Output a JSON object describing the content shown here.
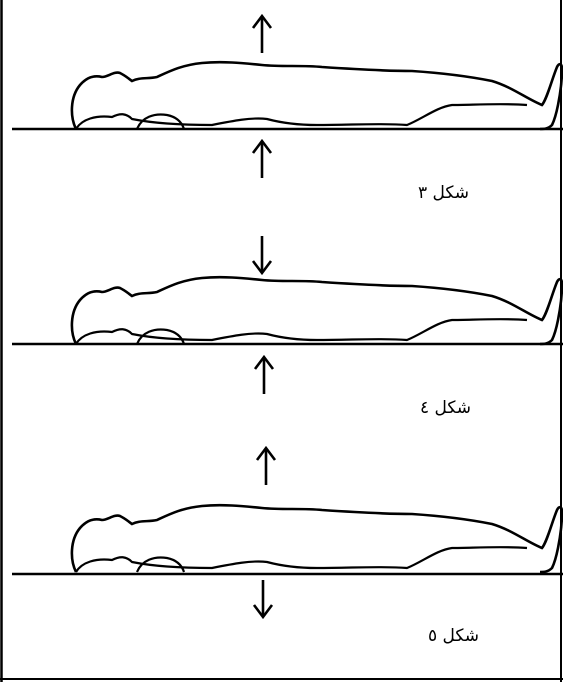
{
  "figures": [
    {
      "label": "شكل ٣",
      "arrow_above": "up",
      "arrow_below": "up"
    },
    {
      "label": "شكل ٤",
      "arrow_above": "down",
      "arrow_below": "up"
    },
    {
      "label": "شكل ٥",
      "arrow_above": "up",
      "arrow_below": "down"
    }
  ],
  "colors": {
    "ink": "#000000",
    "background": "#ffffff"
  }
}
